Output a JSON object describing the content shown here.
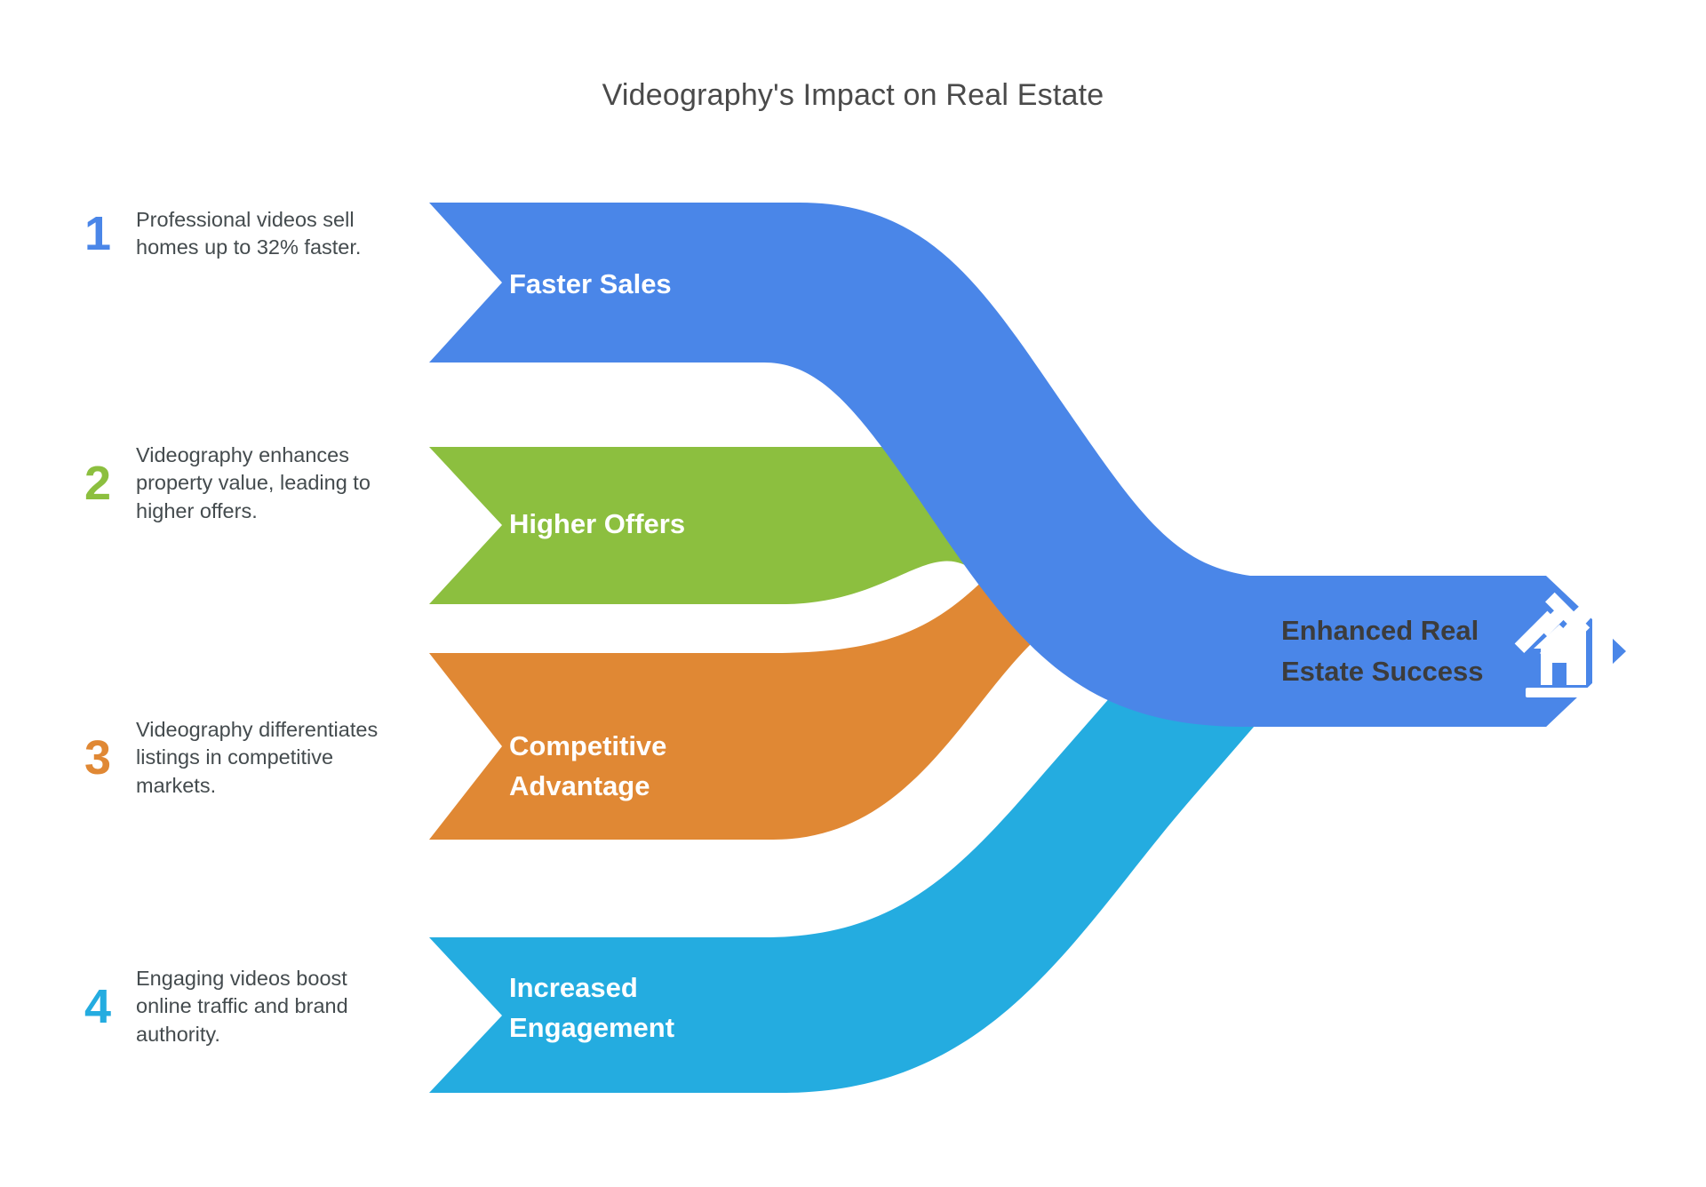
{
  "header": {
    "title": "Videography's Impact on Real Estate"
  },
  "colors": {
    "blue": "#4a86e8",
    "green": "#8cbf3f",
    "orange": "#e08834",
    "cyan": "#24ace0",
    "title_text": "#4a4a4a",
    "body_text": "#444b4e",
    "endpoint_text": "#3c3c3c",
    "background": "#ffffff"
  },
  "legend": {
    "items": [
      {
        "number": "1",
        "text": "Professional videos sell homes up to 32% faster.",
        "color": "#4a86e8"
      },
      {
        "number": "2",
        "text": "Videography enhances property value, leading to higher offers.",
        "color": "#8cbf3f"
      },
      {
        "number": "3",
        "text": "Videography differentiates listings in competitive markets.",
        "color": "#e08834"
      },
      {
        "number": "4",
        "text": "Engaging videos boost online traffic and brand authority.",
        "color": "#24ace0"
      }
    ]
  },
  "flow": {
    "bands": [
      {
        "label": "Faster Sales",
        "color": "#4a86e8",
        "label_lines": [
          "Faster Sales"
        ]
      },
      {
        "label": "Higher Offers",
        "color": "#8cbf3f",
        "label_lines": [
          "Higher Offers"
        ]
      },
      {
        "label": "Competitive Advantage",
        "color": "#e08834",
        "label_lines": [
          "Competitive",
          "Advantage"
        ]
      },
      {
        "label": "Increased Engagement",
        "color": "#24ace0",
        "label_lines": [
          "Increased",
          "Engagement"
        ]
      }
    ],
    "endpoint": {
      "label": "Enhanced Real Estate Success",
      "label_lines": [
        "Enhanced Real",
        "Estate Success"
      ],
      "color": "#4a86e8",
      "icon": "house-growth-chart-icon"
    }
  },
  "chart_data": {
    "type": "diagram",
    "title": "Videography's Impact on Real Estate",
    "subtype": "converging-arrow-flow",
    "sources": [
      {
        "index": 1,
        "label": "Faster Sales",
        "description": "Professional videos sell homes up to 32% faster.",
        "color": "#4a86e8"
      },
      {
        "index": 2,
        "label": "Higher Offers",
        "description": "Videography enhances property value, leading to higher offers.",
        "color": "#8cbf3f"
      },
      {
        "index": 3,
        "label": "Competitive Advantage",
        "description": "Videography differentiates listings in competitive markets.",
        "color": "#e08834"
      },
      {
        "index": 4,
        "label": "Increased Engagement",
        "description": "Engaging videos boost online traffic and brand authority.",
        "color": "#24ace0"
      }
    ],
    "target": {
      "label": "Enhanced Real Estate Success",
      "color": "#4a86e8"
    }
  }
}
